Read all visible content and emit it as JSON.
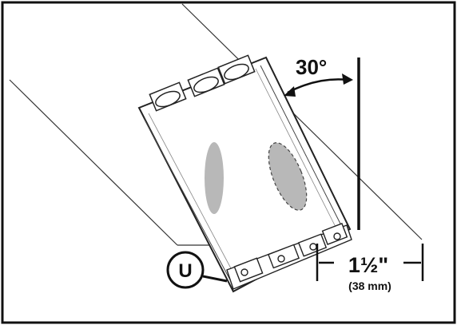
{
  "diagram": {
    "angle_label": "30°",
    "clearance_label": "1½\"",
    "clearance_metric": "(38 mm)",
    "callout_letter": "U"
  }
}
